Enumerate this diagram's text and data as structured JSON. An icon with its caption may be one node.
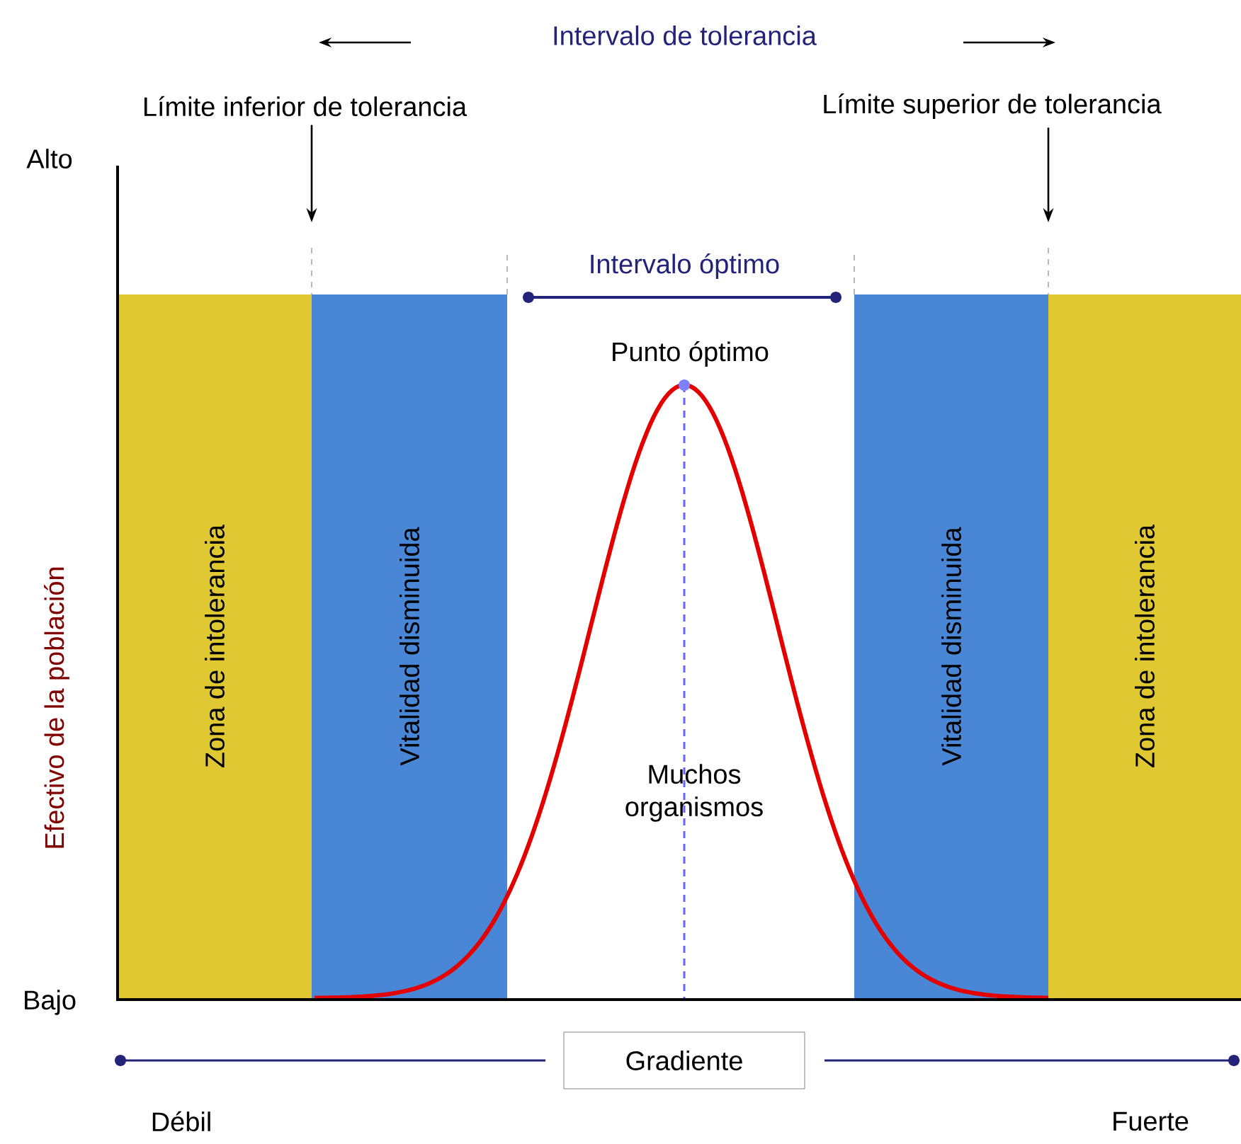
{
  "diagram": {
    "nodes": [
      {
        "text": [
          "Límite inferior de tolerancia"
        ]
      },
      {
        "text": [
          "Límite superior de tolerancia"
        ]
      },
      {
        "text": [
          "Zona de intolerancia"
        ]
      },
      {
        "text": [
          "Vitalidad disminuida"
        ]
      },
      {
        "text": [
          "Vitalidad disminuida"
        ]
      },
      {
        "text": [
          "Zona de intolerancia"
        ]
      },
      {
        "text": [
          "Gradiente"
        ]
      }
    ],
    "edges": [
      {
        "from": 0,
        "to": null,
        "arrow": "to"
      },
      {
        "from": 1,
        "to": null,
        "arrow": "to"
      }
    ],
    "labels": [
      "Intervalo de tolerancia",
      "Alto",
      "Intervalo óptimo",
      "Punto óptimo",
      "Efectivo de la población",
      "Muchos organismos",
      "Bajo",
      "Débil",
      "Fuerte"
    ]
  }
}
